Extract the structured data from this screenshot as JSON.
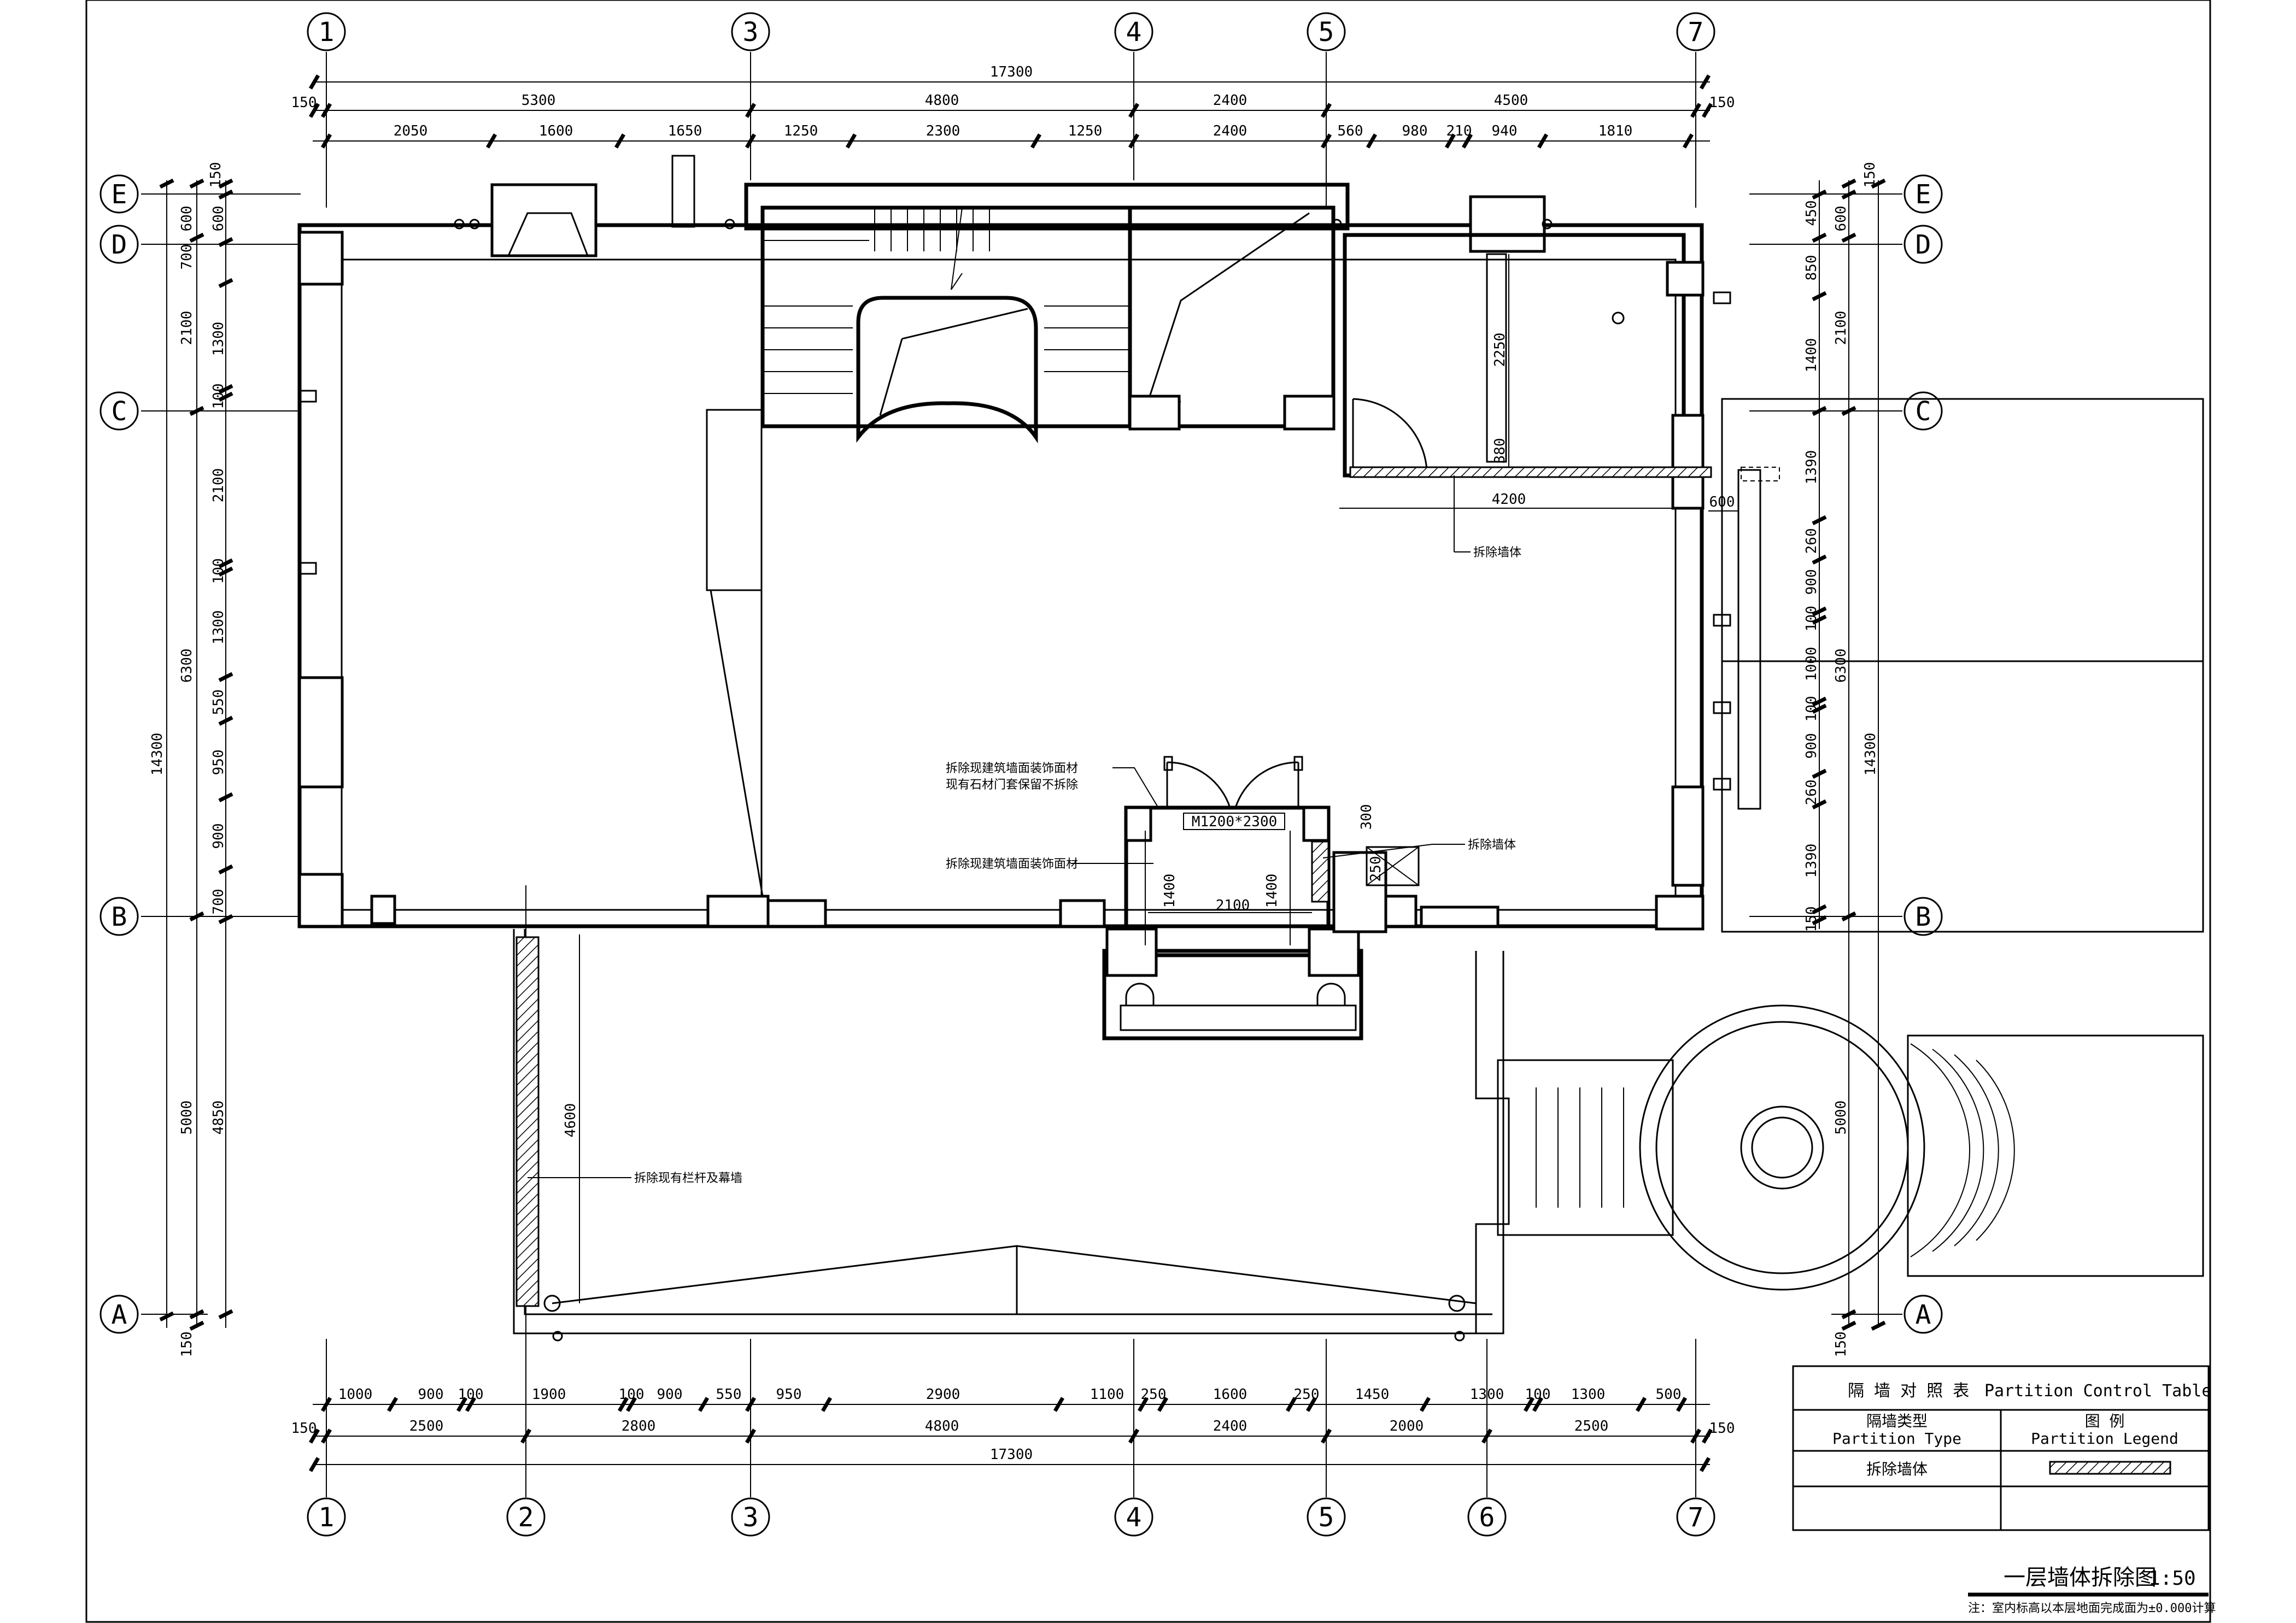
{
  "grid": {
    "top_bubbles": [
      "1",
      "3",
      "4",
      "5",
      "7"
    ],
    "bottom_bubbles": [
      "1",
      "2",
      "3",
      "4",
      "5",
      "6",
      "7"
    ],
    "left_bubbles": [
      "E",
      "D",
      "C",
      "B",
      "A"
    ],
    "right_bubbles": [
      "E",
      "D",
      "C",
      "B",
      "A"
    ]
  },
  "dims_top": {
    "overall": "17300",
    "edge_left": "150",
    "edge_right": "150",
    "row2": [
      "5300",
      "4800",
      "2400",
      "4500"
    ],
    "row3": [
      "2050",
      "1600",
      "1650",
      "1250",
      "2300",
      "1250",
      "2400",
      "560",
      "980",
      "210",
      "940",
      "1810"
    ]
  },
  "dims_bottom": {
    "row1": [
      "1000",
      "900",
      "100",
      "1900",
      "100",
      "900",
      "550",
      "950",
      "2900",
      "1100",
      "250",
      "1600",
      "250",
      "1450",
      "1300",
      "100",
      "1300",
      "500"
    ],
    "edge_left": "150",
    "edge_right": "150",
    "row2": [
      "2500",
      "2800",
      "4800",
      "2400",
      "2000",
      "2500"
    ],
    "overall": "17300"
  },
  "dims_left": {
    "overall": "14300",
    "col2": [
      "600",
      "700",
      "2100",
      "2100",
      "6300",
      "700",
      "5000",
      "150"
    ],
    "col3": [
      "150",
      "600",
      "1300",
      "100",
      "100",
      "1300",
      "550",
      "950",
      "900",
      "4850"
    ]
  },
  "dims_right": {
    "overall": "14300",
    "col1": [
      "450",
      "850",
      "1400",
      "1390",
      "260",
      "900",
      "100",
      "1000",
      "100",
      "900",
      "260",
      "1390",
      "150"
    ],
    "col2": [
      "150",
      "600",
      "2100",
      "6300",
      "5000",
      "150"
    ],
    "side_600": "600"
  },
  "interior_dims": {
    "d2250": "2250",
    "d380": "380",
    "d4200": "4200",
    "d4600": "4600",
    "d1400a": "1400",
    "d1400b": "1400",
    "d2100": "2100",
    "d300": "300",
    "d250": "250"
  },
  "door_tag": "M1200*2300",
  "annotations": {
    "demolish_wall_1": "拆除墙体",
    "demolish_wall_2": "拆除墙体",
    "facade_line1": "拆除现建筑墙面装饰面材",
    "facade_line2": "现有石材门套保留不拆除",
    "facade_2": "拆除现建筑墙面装饰面材",
    "railing": "拆除现有栏杆及幕墙"
  },
  "legend_table": {
    "title_cn": "隔 墙 对 照 表",
    "title_en": "Partition Control Table",
    "col1_cn": "隔墙类型",
    "col1_en": "Partition  Type",
    "col2_cn": "图   例",
    "col2_en": "Partition Legend",
    "row1": "拆除墙体"
  },
  "title_block": {
    "title": "一层墙体拆除图",
    "scale": "1:50",
    "note": "注：室内标高以本层地面完成面为±0.000计算"
  }
}
